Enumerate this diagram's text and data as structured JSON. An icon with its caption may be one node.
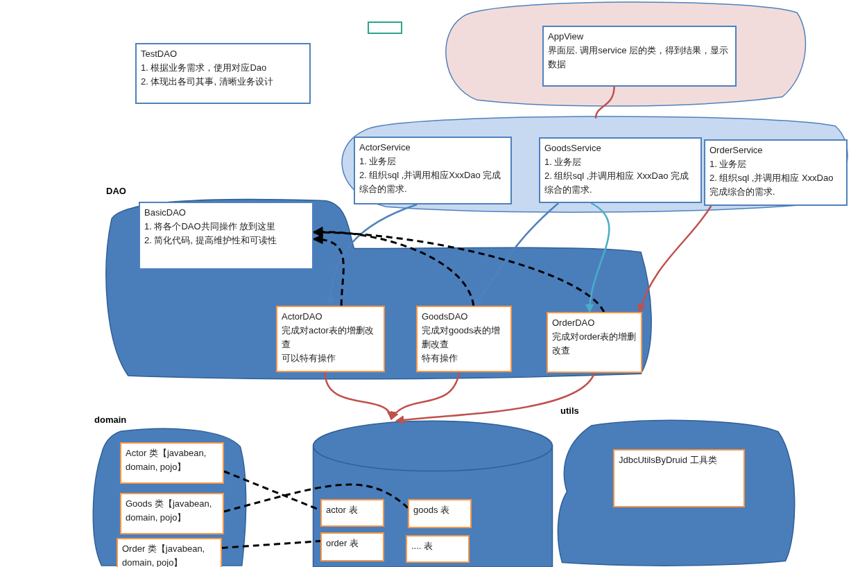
{
  "diagram": {
    "nodes": [
      {
        "text": [
          "TestDAO",
          "1. 根据业务需求，使用对应Dao",
          "2. 体现出各司其事, 清晰业务设计"
        ]
      },
      {
        "text": [],
        "shape": "cloud"
      },
      {
        "text": [
          "AppView",
          "界面层. 调用service 层的类，得到结果，显示数据"
        ],
        "in": 1
      },
      {
        "text": [],
        "shape": "cloud"
      },
      {
        "text": [
          "ActorService",
          "1. 业务层",
          "2. 组织sql ,并调用相应XxxDao 完成综合的需求."
        ],
        "in": 3
      },
      {
        "text": [
          "GoodsService",
          "1. 业务层",
          "2. 组织sql ,并调用相应 XxxDao 完成综合的需求."
        ],
        "in": 3
      },
      {
        "text": [
          "OrderService",
          "1. 业务层",
          "2. 组织sql ,并调用相应 XxxDao 完成综合的需求."
        ],
        "in": 3
      },
      {
        "text": [
          "DAO"
        ]
      },
      {
        "text": [
          "BasicDAO",
          "1. 将各个DAO共同操作 放到这里",
          "2.  简化代码, 提高维护性和可读性"
        ],
        "in": 7
      },
      {
        "text": [
          "ActorDAO",
          "完成对actor表的增删改查",
          "可以特有操作"
        ],
        "in": 7
      },
      {
        "text": [
          "GoodsDAO",
          "完成对goods表的增删改查",
          "特有操作"
        ],
        "in": 7
      },
      {
        "text": [
          "OrderDAO",
          "完成对order表的增删改查"
        ],
        "in": 7
      },
      {
        "text": [
          "domain"
        ]
      },
      {
        "text": [
          "Actor 类【javabean, domain, pojo】"
        ],
        "in": 12
      },
      {
        "text": [
          "Goods 类【javabean, domain, pojo】"
        ],
        "in": 12
      },
      {
        "text": [
          "Order 类【javabean, domain, pojo】"
        ],
        "in": 12
      },
      {
        "text": [],
        "shape": "cylinder"
      },
      {
        "text": [
          "actor 表"
        ],
        "in": 16
      },
      {
        "text": [
          "goods 表"
        ],
        "in": 16
      },
      {
        "text": [
          "order 表"
        ],
        "in": 16
      },
      {
        "text": [
          ".... 表"
        ],
        "in": 16
      },
      {
        "text": [
          "utils"
        ]
      },
      {
        "text": [
          "JdbcUtilsByDruid 工具类"
        ],
        "in": 21
      }
    ],
    "edges": [
      {
        "from": 2,
        "to": 3,
        "arrow": "none",
        "color": "#c0504d"
      },
      {
        "from": 4,
        "to": 9,
        "arrow": "to",
        "color": "#4f81bd"
      },
      {
        "from": 5,
        "to": 10,
        "arrow": "to",
        "color": "#4f81bd"
      },
      {
        "from": 5,
        "to": 11,
        "arrow": "to",
        "color": "#4bacc6"
      },
      {
        "from": 6,
        "to": 11,
        "arrow": "to",
        "color": "#c0504d"
      },
      {
        "from": 9,
        "to": 8,
        "arrow": "to",
        "style": "dashed"
      },
      {
        "from": 10,
        "to": 8,
        "arrow": "to",
        "style": "dashed"
      },
      {
        "from": 11,
        "to": 8,
        "arrow": "to",
        "style": "dashed"
      },
      {
        "from": 9,
        "to": 16,
        "arrow": "to",
        "color": "#c0504d"
      },
      {
        "from": 10,
        "to": 16,
        "arrow": "to",
        "color": "#c0504d"
      },
      {
        "from": 11,
        "to": 16,
        "arrow": "to",
        "color": "#c0504d"
      },
      {
        "from": 13,
        "to": 17,
        "arrow": "none",
        "style": "dashed"
      },
      {
        "from": 14,
        "to": 18,
        "arrow": "none",
        "style": "dashed"
      },
      {
        "from": 15,
        "to": 19,
        "arrow": "none",
        "style": "dashed"
      }
    ]
  }
}
